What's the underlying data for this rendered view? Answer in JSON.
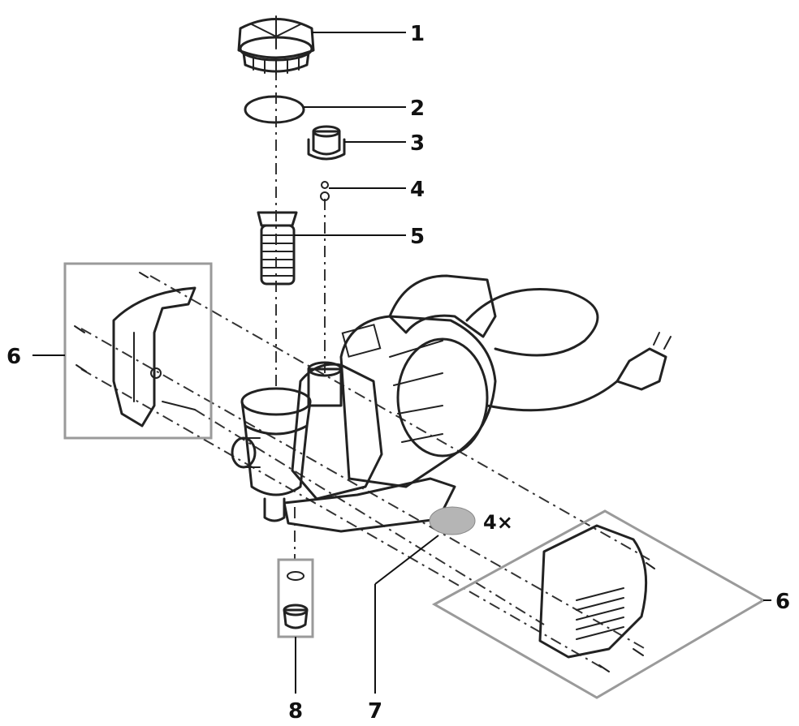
{
  "callouts": {
    "c1": "1",
    "c2": "2",
    "c3": "3",
    "c4": "4",
    "c5": "5",
    "c6_left": "6",
    "c6_right": "6",
    "c7": "7",
    "c8": "8"
  },
  "quantity_label": "4×",
  "colors": {
    "line": "#222222",
    "group_box": "#9a9a9a",
    "highlight_part": "#b5b5b5"
  }
}
